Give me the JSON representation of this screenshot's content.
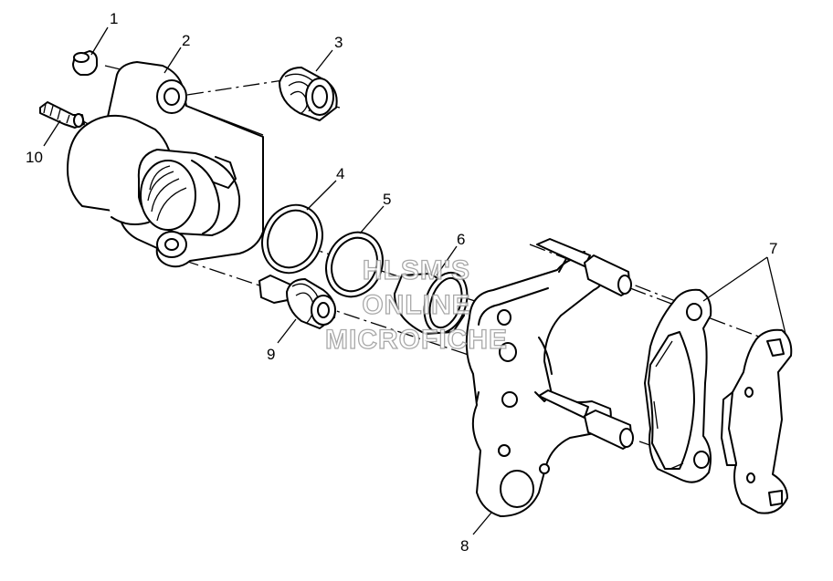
{
  "callouts": {
    "c1": "1",
    "c2": "2",
    "c3": "3",
    "c4": "4",
    "c5": "5",
    "c6": "6",
    "c7": "7",
    "c8": "8",
    "c9": "9",
    "c10": "10"
  },
  "watermark": {
    "line1": "HLSM'S",
    "line2": "ONLINE",
    "line3": "MICROFICHE"
  }
}
